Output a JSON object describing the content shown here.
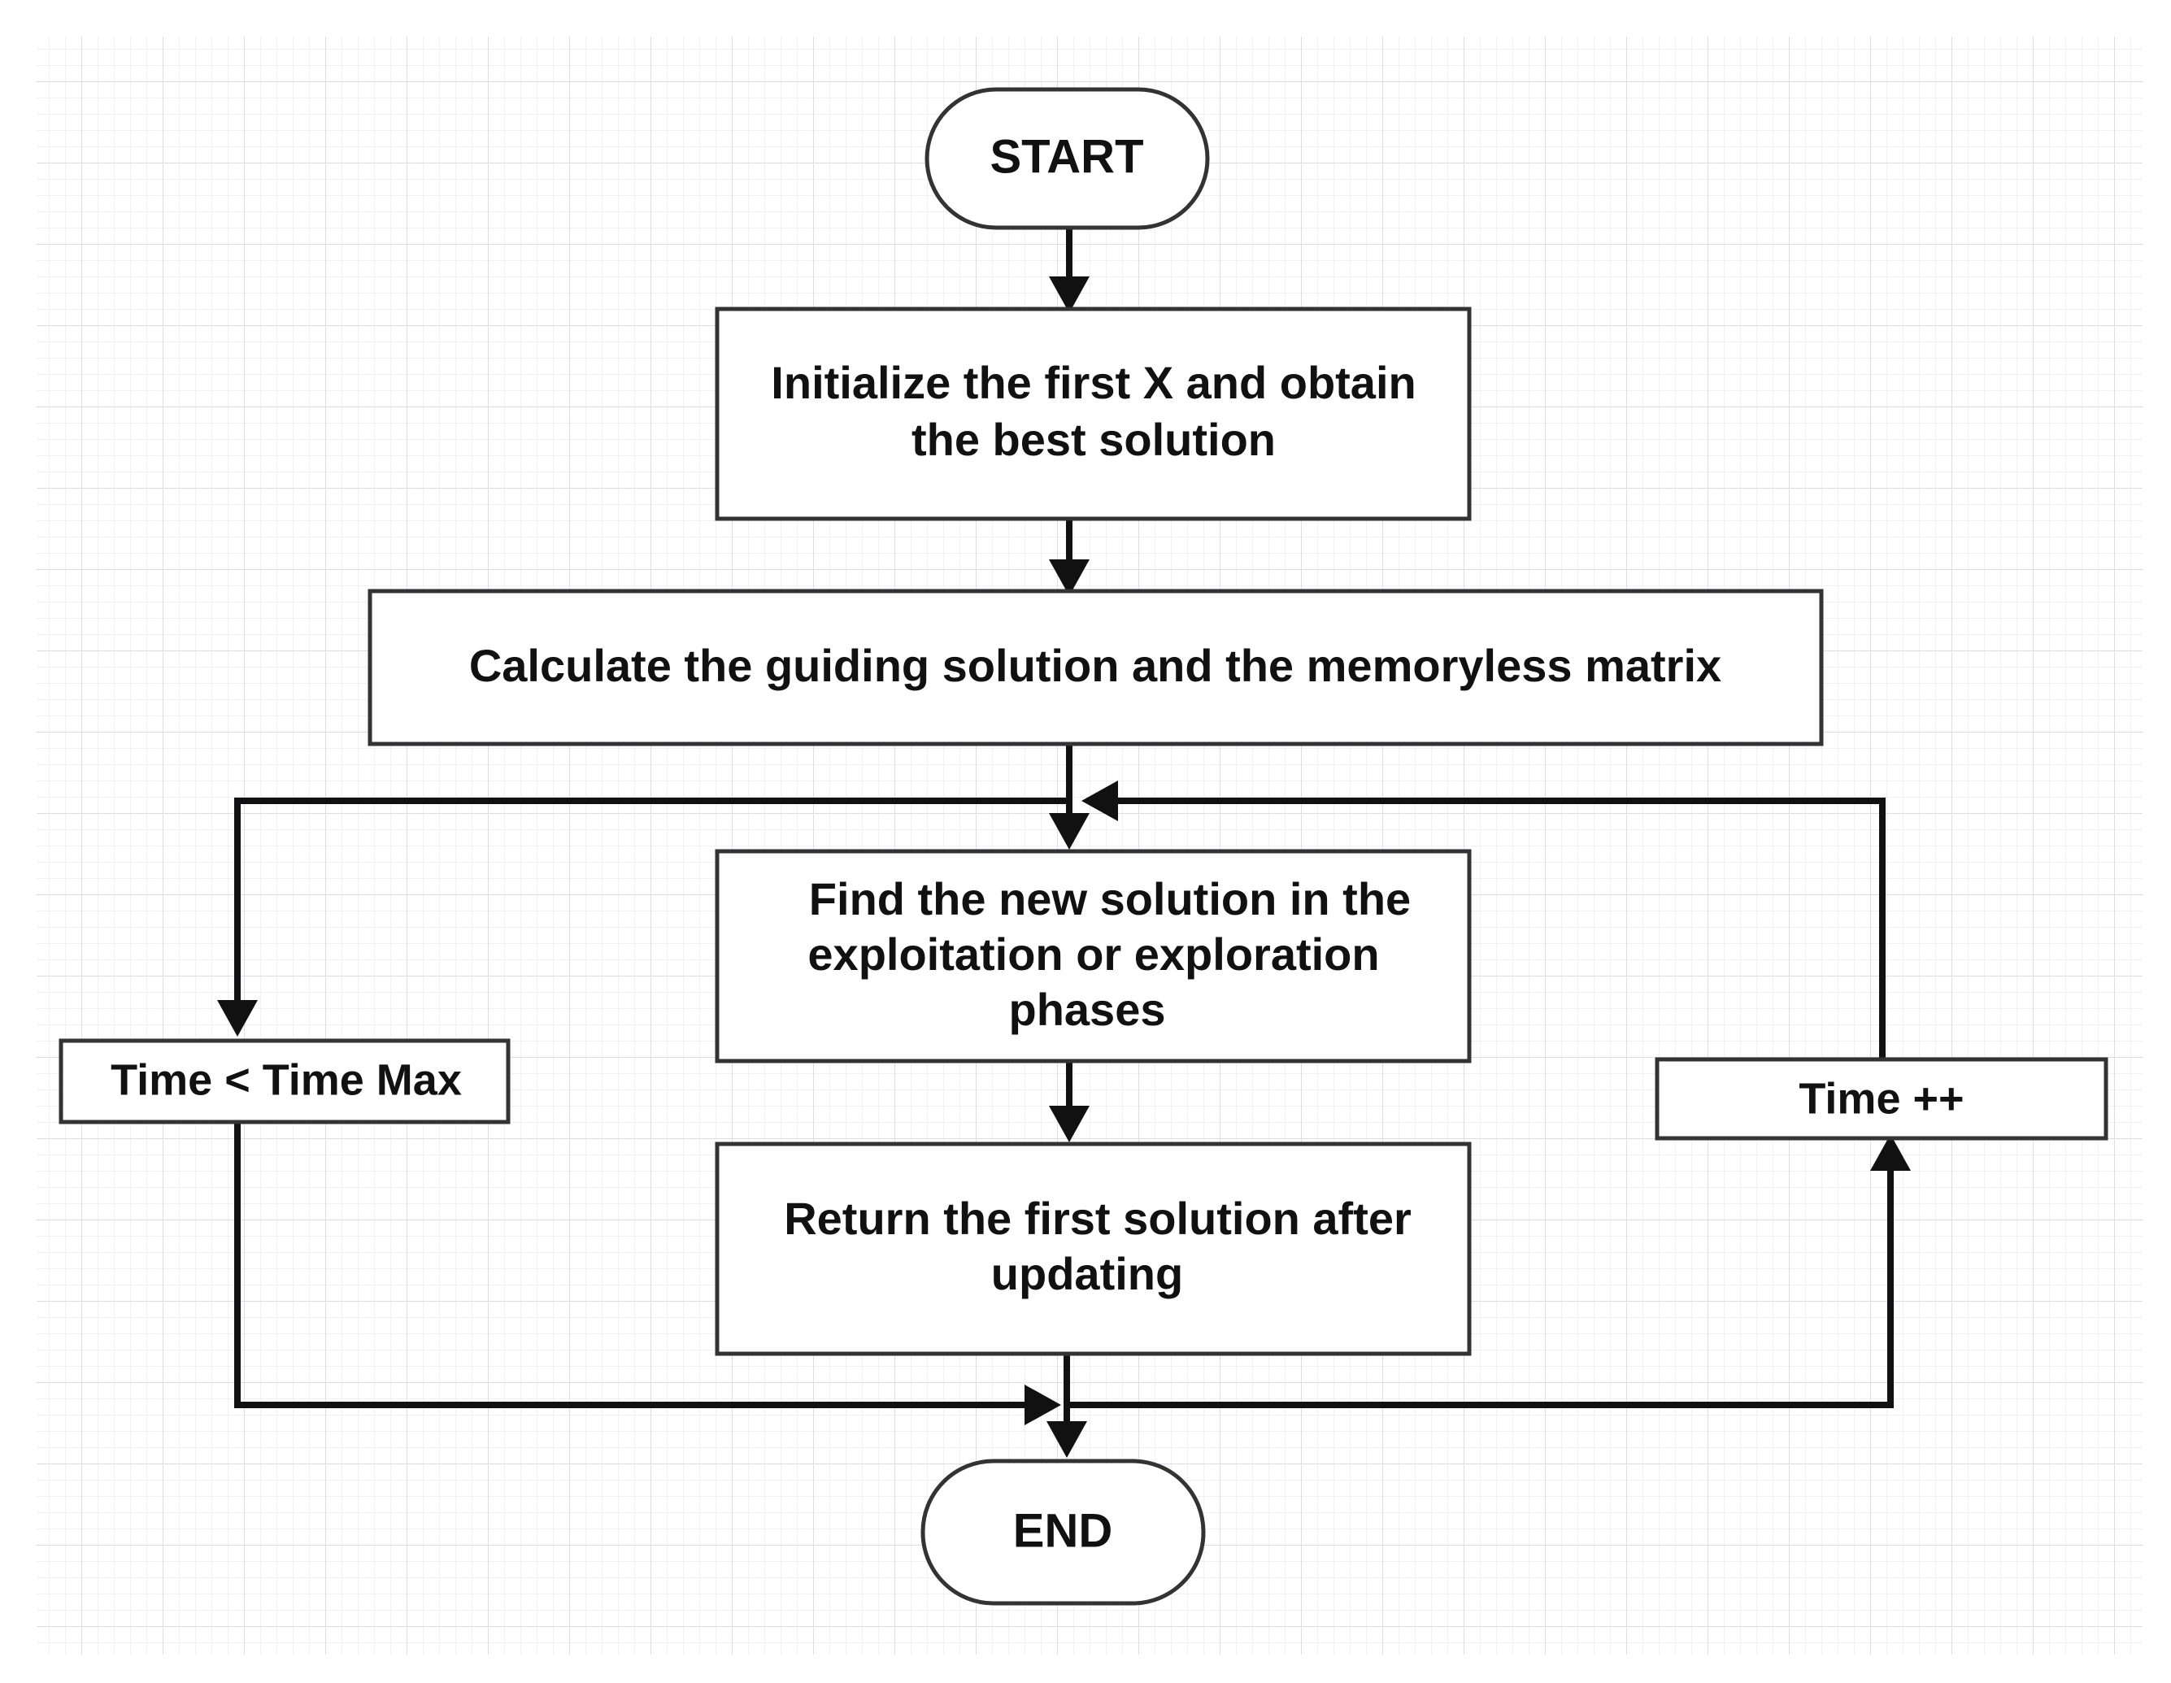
{
  "colors": {
    "grid": "#e4e4f2",
    "stroke": "#111111",
    "box_stroke": "#333333",
    "fill": "#ffffff",
    "text": "#111111"
  },
  "nodes": {
    "start": {
      "label": "START"
    },
    "init": {
      "lines": [
        "Initialize the first X and obtain",
        "the best solution"
      ]
    },
    "calc": {
      "label": "Calculate the guiding solution and the memoryless matrix"
    },
    "find": {
      "lines": [
        "Find the new solution in the",
        "exploitation or exploration",
        "phases"
      ]
    },
    "ret": {
      "lines": [
        "Return the first solution after",
        "updating"
      ]
    },
    "cond": {
      "label": "Time < Time Max"
    },
    "inc": {
      "label": "Time ++"
    },
    "end": {
      "label": "END"
    }
  }
}
